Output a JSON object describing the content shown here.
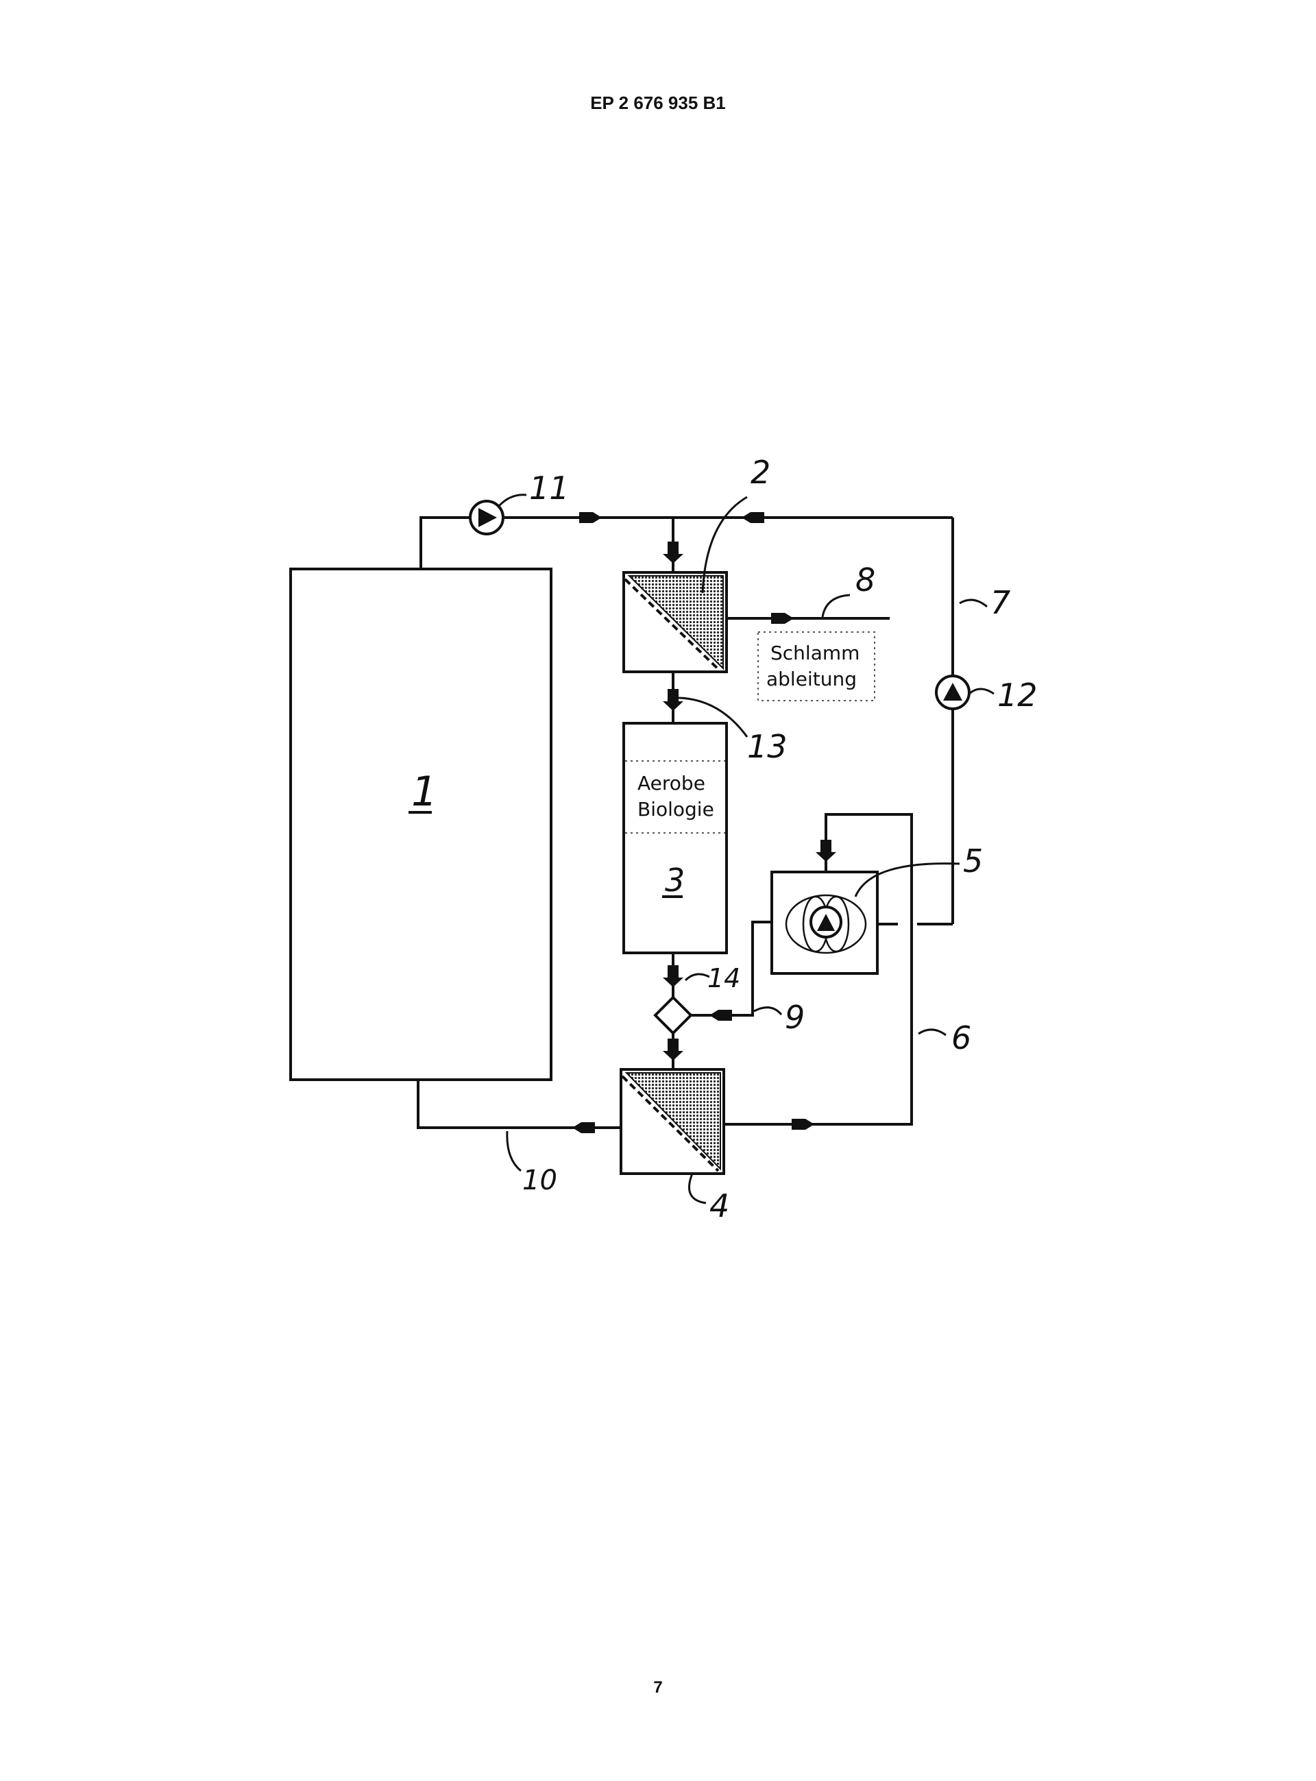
{
  "page": {
    "header": "EP 2 676 935 B1",
    "footer": "7"
  },
  "diagram": {
    "labels": {
      "box1": "1",
      "box3": "3",
      "ref2": "2",
      "ref4": "4",
      "ref5": "5",
      "ref6": "6",
      "ref7": "7",
      "ref8": "8",
      "ref9": "9",
      "ref10": "10",
      "ref11": "11",
      "ref12": "12",
      "ref13": "13",
      "ref14": "14"
    },
    "annotations": {
      "sludge_line1": "Schlamm",
      "sludge_line2": "ableitung",
      "aerobic_line1": "Aerobe",
      "aerobic_line2": "Biologie"
    }
  }
}
